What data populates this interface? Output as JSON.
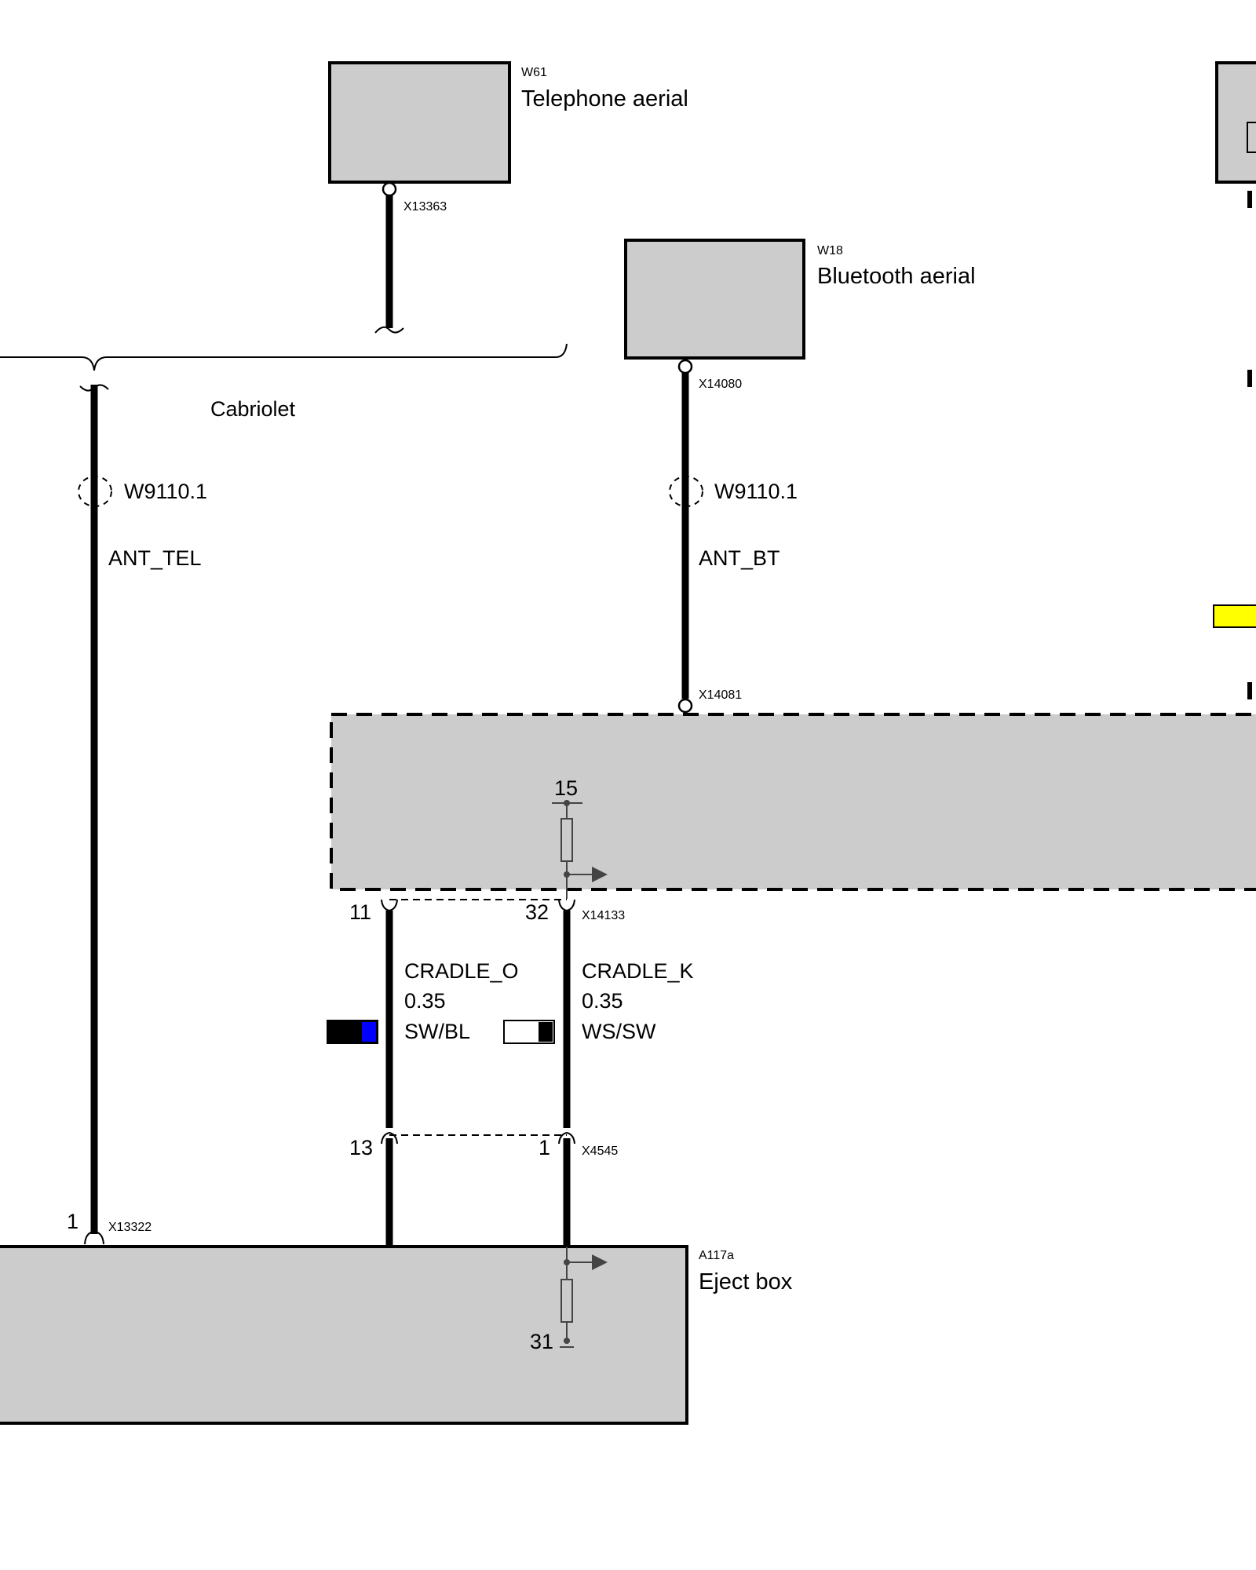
{
  "components": {
    "telephone_aerial": {
      "id": "W61",
      "name": "Telephone aerial",
      "connector": "X13363"
    },
    "bluetooth_aerial": {
      "id": "W18",
      "name": "Bluetooth aerial",
      "connector_top": "X14080",
      "connector_bottom": "X14081"
    },
    "eject_box": {
      "id": "A117a",
      "name": "Eject box",
      "connector": "X13322",
      "pin": "1",
      "ground_terminal": "31"
    }
  },
  "variant_label": "Cabriolet",
  "wires": {
    "ant_tel": {
      "shield": "W9110.1",
      "signal": "ANT_TEL"
    },
    "ant_bt": {
      "shield": "W9110.1",
      "signal": "ANT_BT"
    },
    "cradle_o": {
      "signal": "CRADLE_O",
      "size": "0.35",
      "color": "SW/BL",
      "pin_top": "11",
      "pin_bottom": "13",
      "color_main": "#000000",
      "color_stripe": "#0000ff"
    },
    "cradle_k": {
      "signal": "CRADLE_K",
      "size": "0.35",
      "color": "WS/SW",
      "pin_top": "32",
      "pin_bottom": "1",
      "color_main": "#ffffff",
      "color_stripe": "#000000"
    }
  },
  "connectors": {
    "upper": "X14133",
    "lower": "X4545"
  },
  "control_module": {
    "terminal": "15"
  },
  "accent_yellow": "#ffff00",
  "module_fill": "#cccccc"
}
